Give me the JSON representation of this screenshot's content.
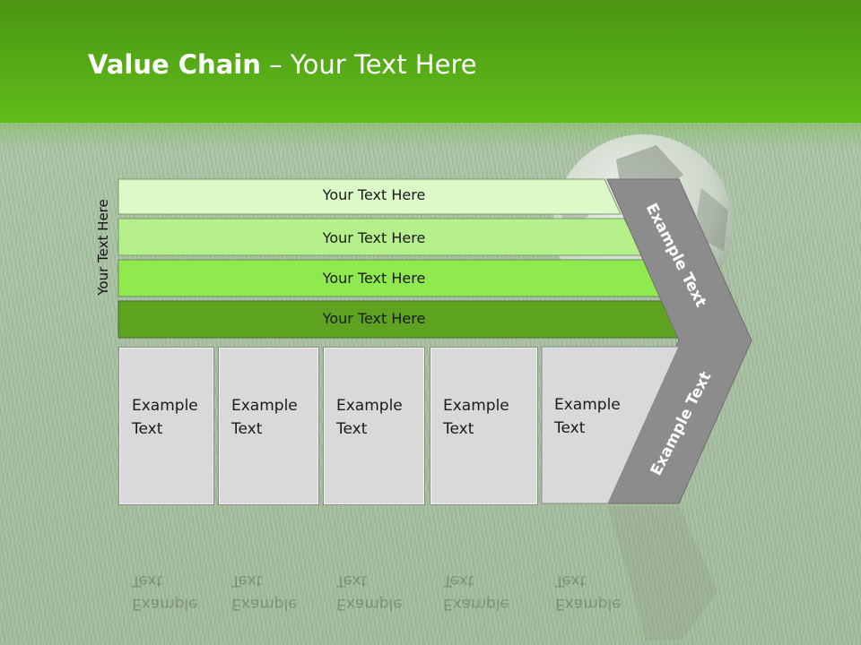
{
  "title": {
    "bold": "Value Chain",
    "rest": " – Your Text Here"
  },
  "vertical_label": "Your Text Here",
  "bars": [
    {
      "label": "Your Text Here",
      "color": "#dcf9c8"
    },
    {
      "label": "Your Text Here",
      "color": "#b6f08a"
    },
    {
      "label": "Your Text Here",
      "color": "#8fe94f"
    },
    {
      "label": "Your Text Here",
      "color": "#5da31f"
    }
  ],
  "boxes": [
    {
      "label": "Example\nText"
    },
    {
      "label": "Example\nText"
    },
    {
      "label": "Example\nText"
    },
    {
      "label": "Example\nText"
    },
    {
      "label": "Example\nText"
    }
  ],
  "chevron": {
    "upper": "Example Text",
    "lower": "Example Text",
    "color": "#8c8c8c"
  },
  "colors": {
    "header": "#5cb81a",
    "box_fill": "#d9d9d9"
  }
}
